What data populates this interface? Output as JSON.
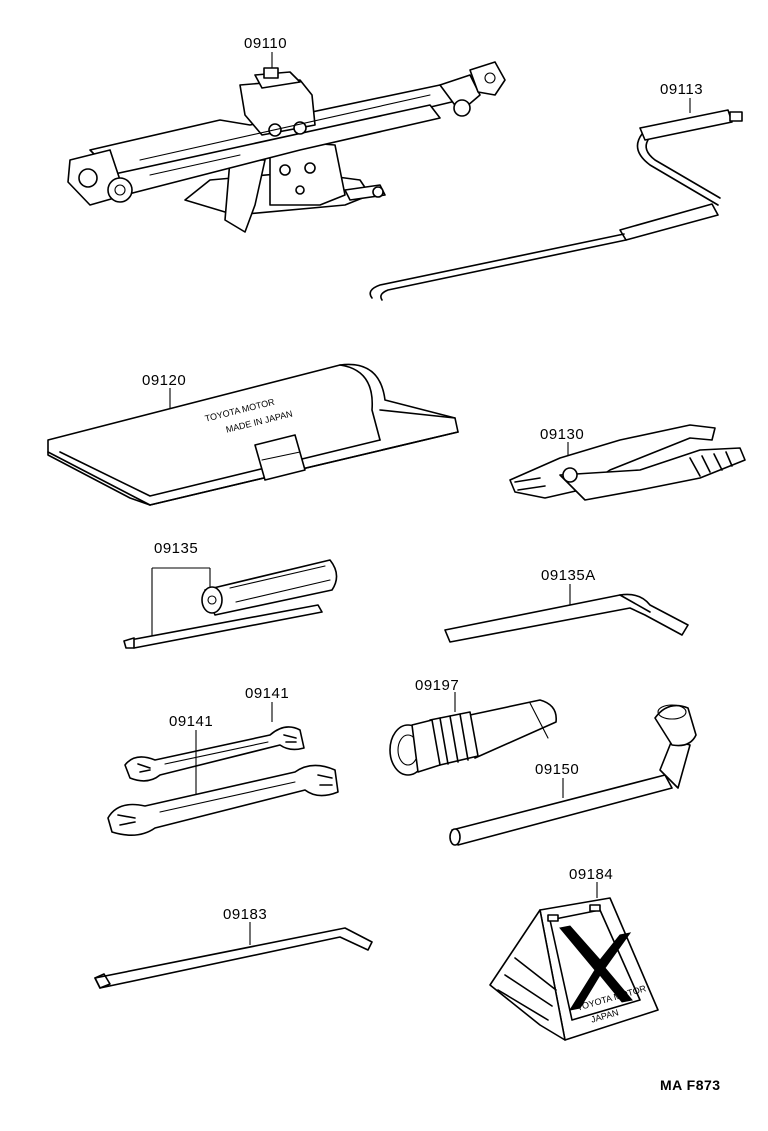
{
  "diagram": {
    "parts": [
      {
        "id": "jack",
        "label": "09110"
      },
      {
        "id": "jack-handle",
        "label": "09113"
      },
      {
        "id": "tool-bag",
        "label": "09120"
      },
      {
        "id": "pliers",
        "label": "09130"
      },
      {
        "id": "screwdriver",
        "label": "09135"
      },
      {
        "id": "screwdriver-bar",
        "label": "09135A"
      },
      {
        "id": "wrench-small",
        "label": "09141"
      },
      {
        "id": "wrench-large",
        "label": "09141"
      },
      {
        "id": "hub-nut-tool",
        "label": "09197"
      },
      {
        "id": "wheel-nut-wrench",
        "label": "09150"
      },
      {
        "id": "handle-bar",
        "label": "09183"
      },
      {
        "id": "wheel-chock",
        "label": "09184"
      }
    ],
    "bag_stamp": [
      "TOYOTA MOTOR",
      "MADE IN JAPAN"
    ],
    "chock_stamp": [
      "TOYOTA MOTOR",
      "JAPAN"
    ],
    "reference": "MA F873"
  }
}
